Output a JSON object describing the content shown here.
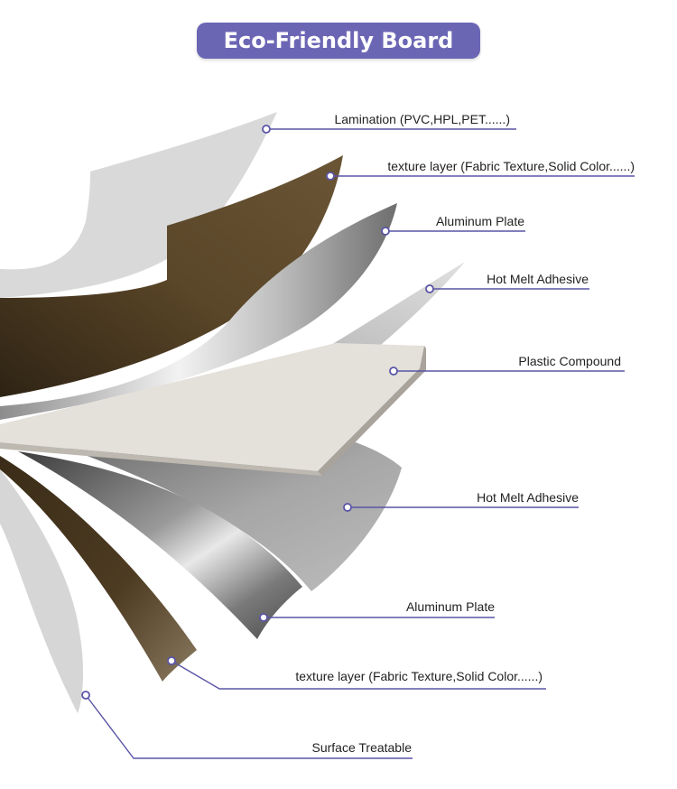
{
  "title": "Eco-Friendly Board",
  "colors": {
    "title_bg": "#6b66b4",
    "leader_line": "#5a55a6",
    "texture_brown": "#4a3a22",
    "aluminum": "#9c9c9c",
    "plastic_core": "#e6e2dc",
    "lamination": "#d8d8d8"
  },
  "layers": [
    {
      "label": "Lamination (PVC,HPL,PET......)"
    },
    {
      "label": "texture layer (Fabric Texture,Solid Color......)"
    },
    {
      "label": "Aluminum Plate"
    },
    {
      "label": "Hot Melt Adhesive"
    },
    {
      "label": "Plastic Compound"
    },
    {
      "label": "Hot Melt Adhesive"
    },
    {
      "label": "Aluminum Plate"
    },
    {
      "label": "texture layer (Fabric Texture,Solid Color......)"
    },
    {
      "label": "Surface Treatable"
    }
  ]
}
